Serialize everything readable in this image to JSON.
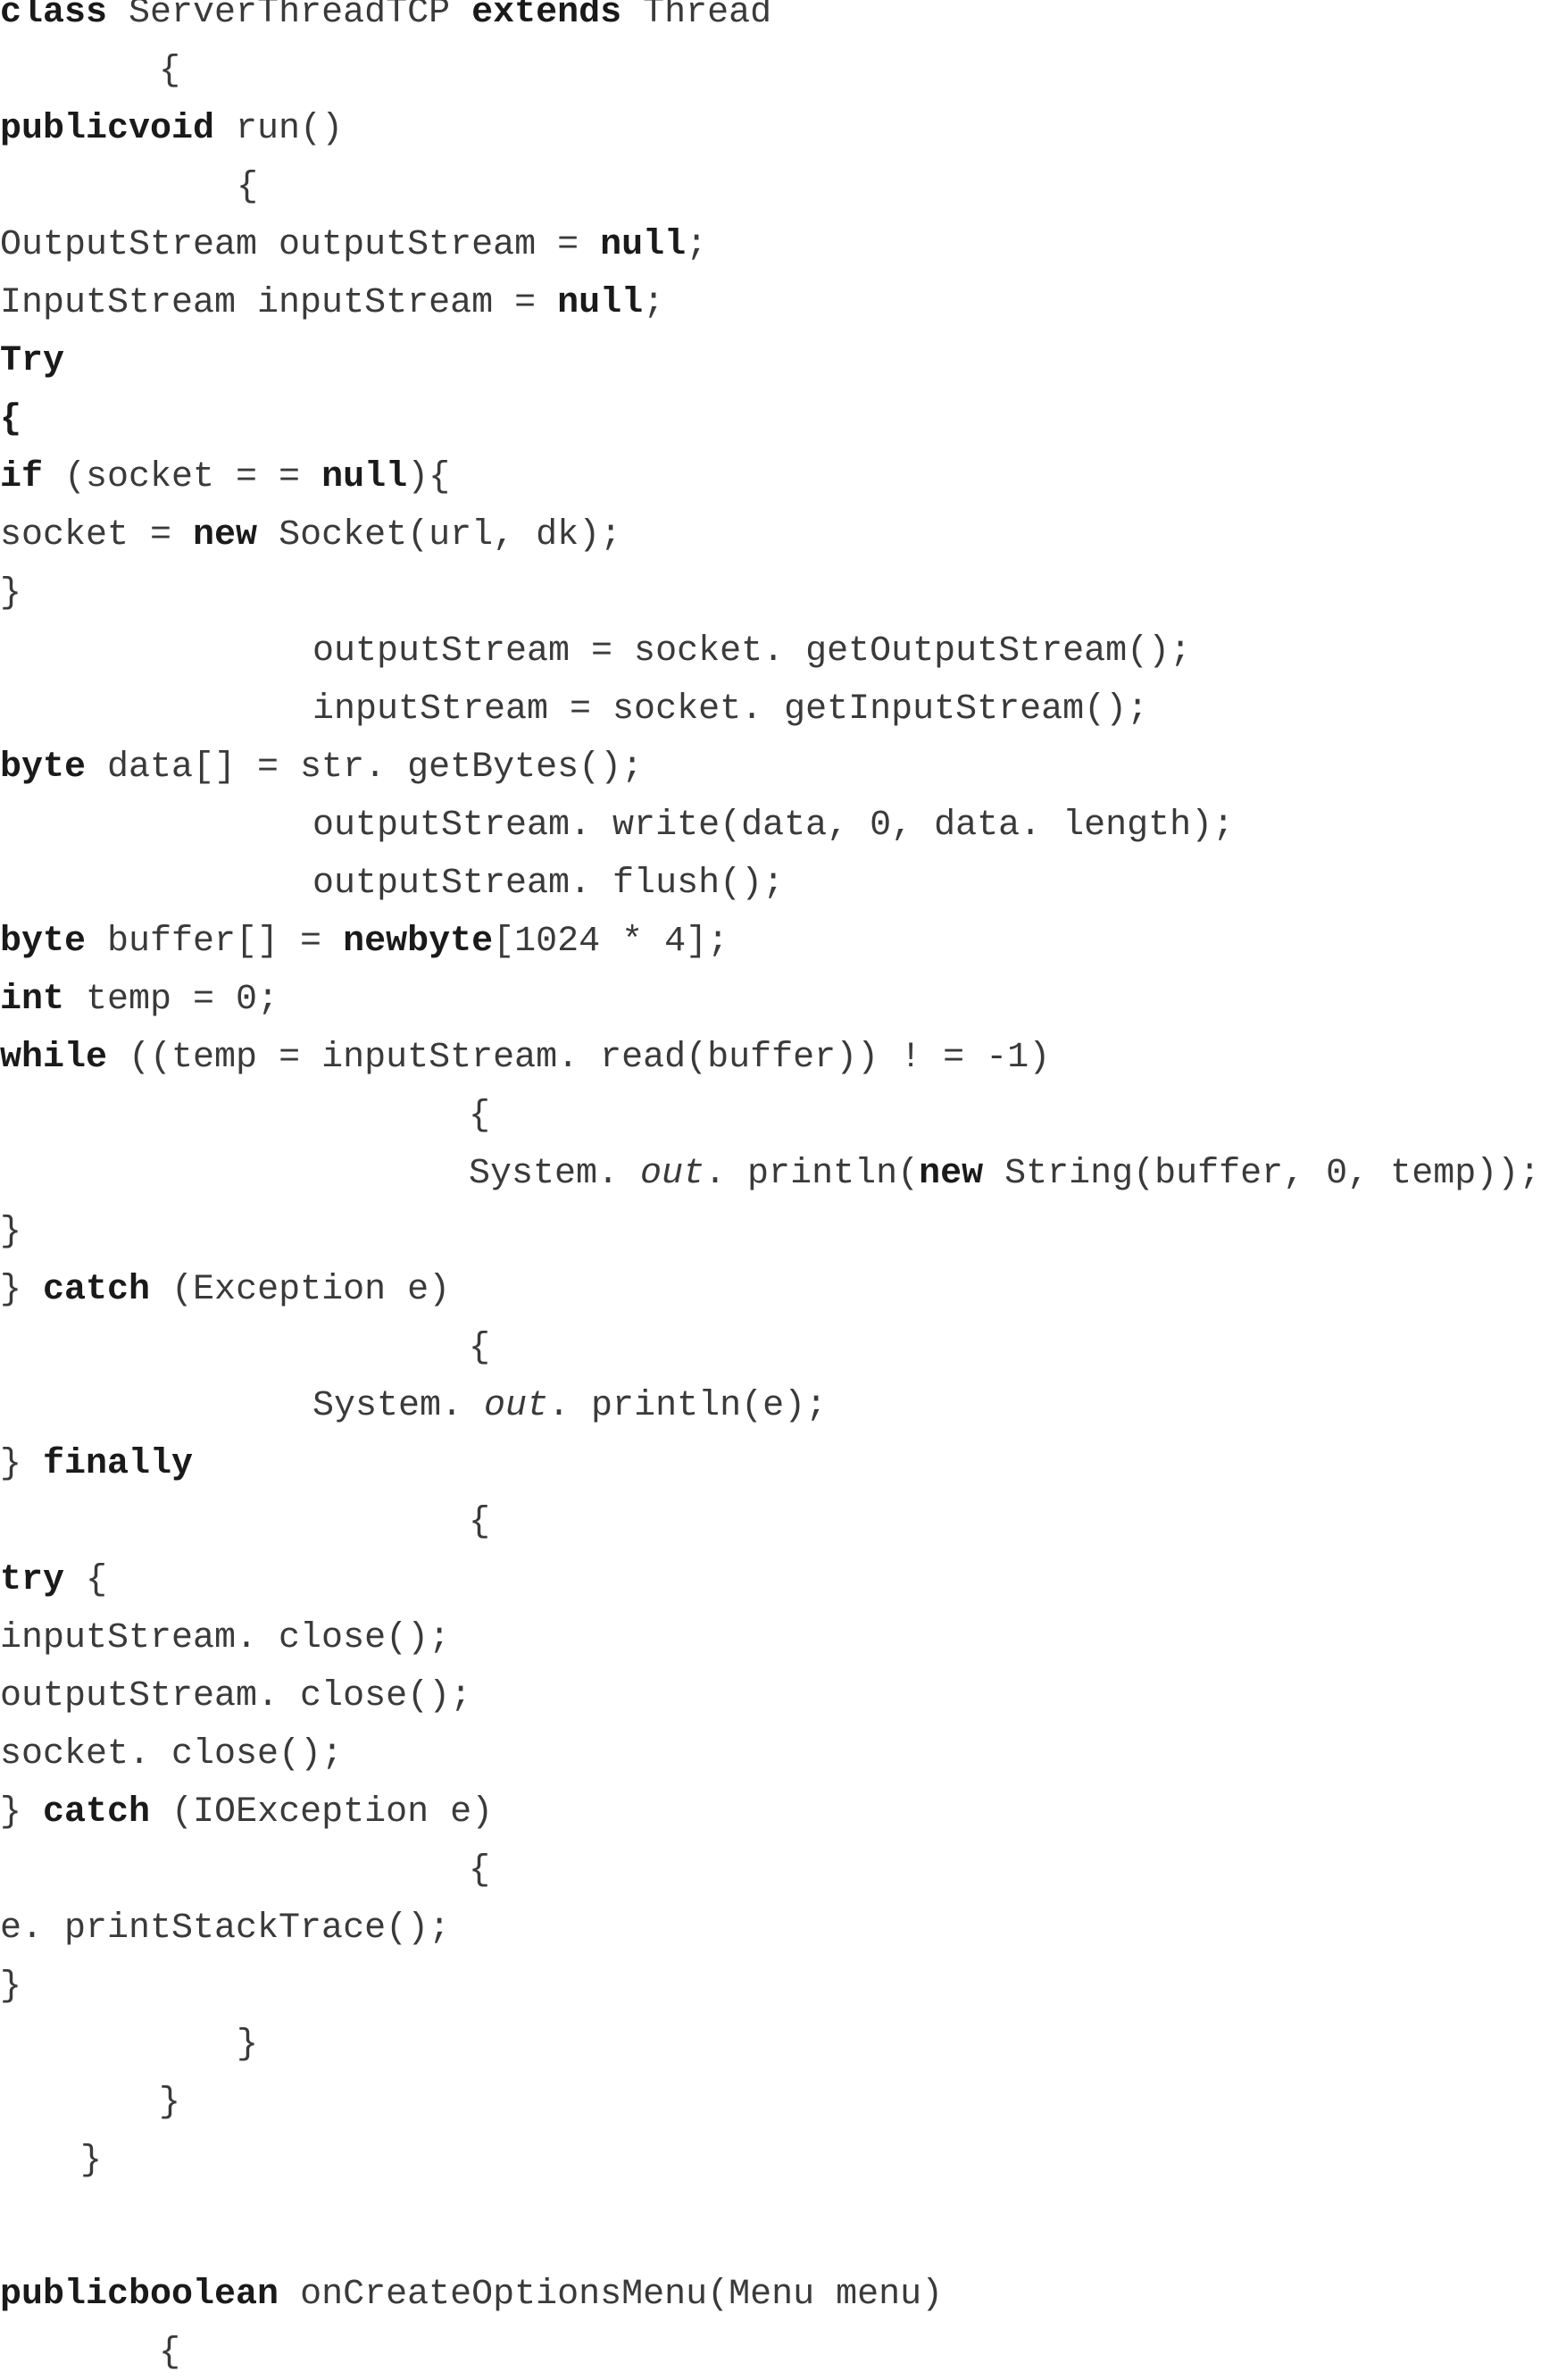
{
  "code_lines": [
    {
      "segments": [
        {
          "text": "class",
          "style": "kw"
        },
        {
          "text": " ServerThreadTCP "
        },
        {
          "text": "extends",
          "style": "kw"
        },
        {
          "text": " Thread"
        }
      ]
    },
    {
      "segments": [
        {
          "text": "{"
        }
      ]
    },
    {
      "segments": [
        {
          "text": "publicvoid",
          "style": "kw"
        },
        {
          "text": " run()"
        }
      ]
    },
    {
      "segments": [
        {
          "text": "{"
        }
      ]
    },
    {
      "segments": [
        {
          "text": "OutputStream outputStream = "
        },
        {
          "text": "null",
          "style": "kw"
        },
        {
          "text": ";"
        }
      ]
    },
    {
      "segments": [
        {
          "text": "InputStream inputStream = "
        },
        {
          "text": "null",
          "style": "kw"
        },
        {
          "text": ";"
        }
      ]
    },
    {
      "segments": [
        {
          "text": "Try",
          "style": "kw"
        }
      ]
    },
    {
      "segments": [
        {
          "text": "{",
          "style": "kw"
        }
      ]
    },
    {
      "segments": [
        {
          "text": "if",
          "style": "kw"
        },
        {
          "text": " (socket = = "
        },
        {
          "text": "null",
          "style": "kw"
        },
        {
          "text": "){"
        }
      ]
    },
    {
      "segments": [
        {
          "text": "socket = "
        },
        {
          "text": "new",
          "style": "kw"
        },
        {
          "text": " Socket(url, dk);"
        }
      ]
    },
    {
      "segments": [
        {
          "text": "}"
        }
      ]
    },
    {
      "segments": [
        {
          "text": "outputStream = socket. getOutputStream();"
        }
      ]
    },
    {
      "segments": [
        {
          "text": "inputStream = socket. getInputStream();"
        }
      ]
    },
    {
      "segments": [
        {
          "text": "byte",
          "style": "kw"
        },
        {
          "text": " data[] = str. getBytes();"
        }
      ]
    },
    {
      "segments": [
        {
          "text": "outputStream. write(data, 0, data. length);"
        }
      ]
    },
    {
      "segments": [
        {
          "text": "outputStream. flush();"
        }
      ]
    },
    {
      "segments": [
        {
          "text": "byte",
          "style": "kw"
        },
        {
          "text": " buffer[] = "
        },
        {
          "text": "newbyte",
          "style": "kw"
        },
        {
          "text": "[1024 * 4];"
        }
      ]
    },
    {
      "segments": [
        {
          "text": "int",
          "style": "kw"
        },
        {
          "text": " temp = 0;"
        }
      ]
    },
    {
      "segments": [
        {
          "text": "while",
          "style": "kw"
        },
        {
          "text": " ((temp = inputStream. read(buffer)) ! = -1)"
        }
      ]
    },
    {
      "segments": [
        {
          "text": "{"
        }
      ]
    },
    {
      "segments": [
        {
          "text": "System. "
        },
        {
          "text": "out",
          "style": "it"
        },
        {
          "text": ". println("
        },
        {
          "text": "new",
          "style": "kw"
        },
        {
          "text": " String(buffer, 0, temp));"
        }
      ]
    },
    {
      "segments": [
        {
          "text": "}"
        }
      ]
    },
    {
      "segments": [
        {
          "text": "} "
        },
        {
          "text": "catch",
          "style": "kw"
        },
        {
          "text": " (Exception e)"
        }
      ]
    },
    {
      "segments": [
        {
          "text": "{"
        }
      ]
    },
    {
      "segments": [
        {
          "text": "System. "
        },
        {
          "text": "out",
          "style": "it"
        },
        {
          "text": ". println(e);"
        }
      ]
    },
    {
      "segments": [
        {
          "text": "} "
        },
        {
          "text": "finally",
          "style": "kw"
        }
      ]
    },
    {
      "segments": [
        {
          "text": "{"
        }
      ]
    },
    {
      "segments": [
        {
          "text": "try",
          "style": "kw"
        },
        {
          "text": " {"
        }
      ]
    },
    {
      "segments": [
        {
          "text": "inputStream. close();"
        }
      ]
    },
    {
      "segments": [
        {
          "text": "outputStream. close();"
        }
      ]
    },
    {
      "segments": [
        {
          "text": "socket. close();"
        }
      ]
    },
    {
      "segments": [
        {
          "text": "} "
        },
        {
          "text": "catch",
          "style": "kw"
        },
        {
          "text": " (IOException e)"
        }
      ]
    },
    {
      "segments": [
        {
          "text": "{"
        }
      ]
    },
    {
      "segments": [
        {
          "text": "e. printStackTrace();"
        }
      ]
    },
    {
      "segments": [
        {
          "text": "}"
        }
      ]
    },
    {
      "segments": [
        {
          "text": "}"
        }
      ]
    },
    {
      "segments": [
        {
          "text": "}"
        }
      ]
    },
    {
      "segments": [
        {
          "text": "}"
        }
      ]
    },
    {
      "segments": [
        {
          "text": "publicboolean",
          "style": "kw"
        },
        {
          "text": " onCreateOptionsMenu(Menu menu)"
        }
      ]
    },
    {
      "segments": [
        {
          "text": "{"
        }
      ]
    }
  ]
}
